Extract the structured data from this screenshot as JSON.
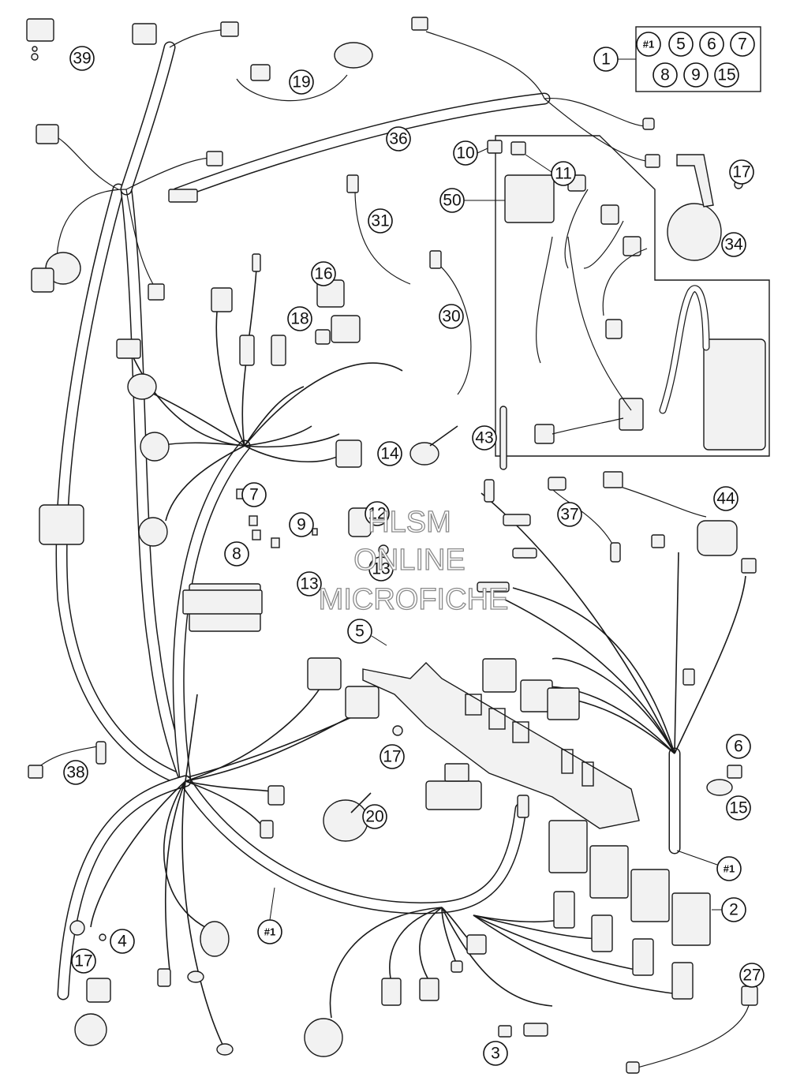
{
  "watermark": {
    "line1": "HLSM",
    "line2": "ONLINE",
    "line3": "MICROFICHE"
  },
  "kit_box": {
    "title": "#1",
    "items": [
      "5",
      "6",
      "7",
      "8",
      "9",
      "15"
    ]
  },
  "callouts": [
    {
      "id": "39",
      "label": "39"
    },
    {
      "id": "19",
      "label": "19"
    },
    {
      "id": "1",
      "label": "1"
    },
    {
      "id": "36",
      "label": "36"
    },
    {
      "id": "10",
      "label": "10"
    },
    {
      "id": "11",
      "label": "11"
    },
    {
      "id": "17a",
      "label": "17"
    },
    {
      "id": "50",
      "label": "50"
    },
    {
      "id": "31",
      "label": "31"
    },
    {
      "id": "34",
      "label": "34"
    },
    {
      "id": "16",
      "label": "16"
    },
    {
      "id": "18",
      "label": "18"
    },
    {
      "id": "30",
      "label": "30"
    },
    {
      "id": "43",
      "label": "43"
    },
    {
      "id": "14",
      "label": "14"
    },
    {
      "id": "7",
      "label": "7"
    },
    {
      "id": "9",
      "label": "9"
    },
    {
      "id": "8",
      "label": "8"
    },
    {
      "id": "12",
      "label": "12"
    },
    {
      "id": "13a",
      "label": "13"
    },
    {
      "id": "13b",
      "label": "13"
    },
    {
      "id": "37",
      "label": "37"
    },
    {
      "id": "44",
      "label": "44"
    },
    {
      "id": "5",
      "label": "5"
    },
    {
      "id": "17b",
      "label": "17"
    },
    {
      "id": "6",
      "label": "6"
    },
    {
      "id": "15",
      "label": "15"
    },
    {
      "id": "38",
      "label": "38"
    },
    {
      "id": "20",
      "label": "20"
    },
    {
      "id": "hash1a",
      "label": "#1"
    },
    {
      "id": "2",
      "label": "2"
    },
    {
      "id": "4",
      "label": "4"
    },
    {
      "id": "17c",
      "label": "17"
    },
    {
      "id": "hash1b",
      "label": "#1"
    },
    {
      "id": "27",
      "label": "27"
    },
    {
      "id": "3",
      "label": "3"
    }
  ]
}
